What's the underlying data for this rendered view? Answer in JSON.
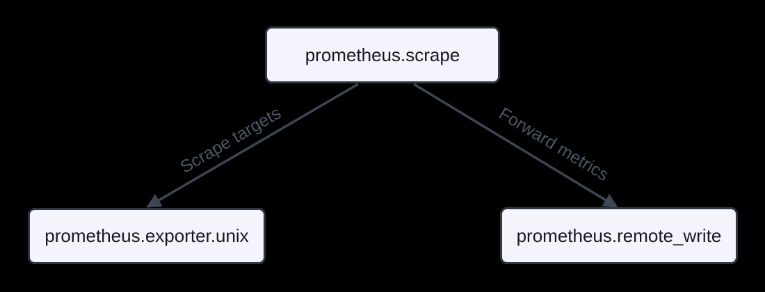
{
  "diagram": {
    "type": "flowchart",
    "background_color": "#000000",
    "node_fill_color": "#f4f4fc",
    "node_border_color": "#2f3642",
    "node_text_color": "#16191f",
    "edge_color": "#3e4655",
    "edge_label_color": "#4d5666",
    "nodes": [
      {
        "id": "prometheus.scrape",
        "label": "prometheus.scrape"
      },
      {
        "id": "prometheus.exporter.unix",
        "label": "prometheus.exporter.unix"
      },
      {
        "id": "prometheus.remote_write",
        "label": "prometheus.remote_write"
      }
    ],
    "edges": [
      {
        "from": "prometheus.scrape",
        "to": "prometheus.exporter.unix",
        "label": "Scrape targets"
      },
      {
        "from": "prometheus.scrape",
        "to": "prometheus.remote_write",
        "label": "Forward metrics"
      }
    ]
  }
}
